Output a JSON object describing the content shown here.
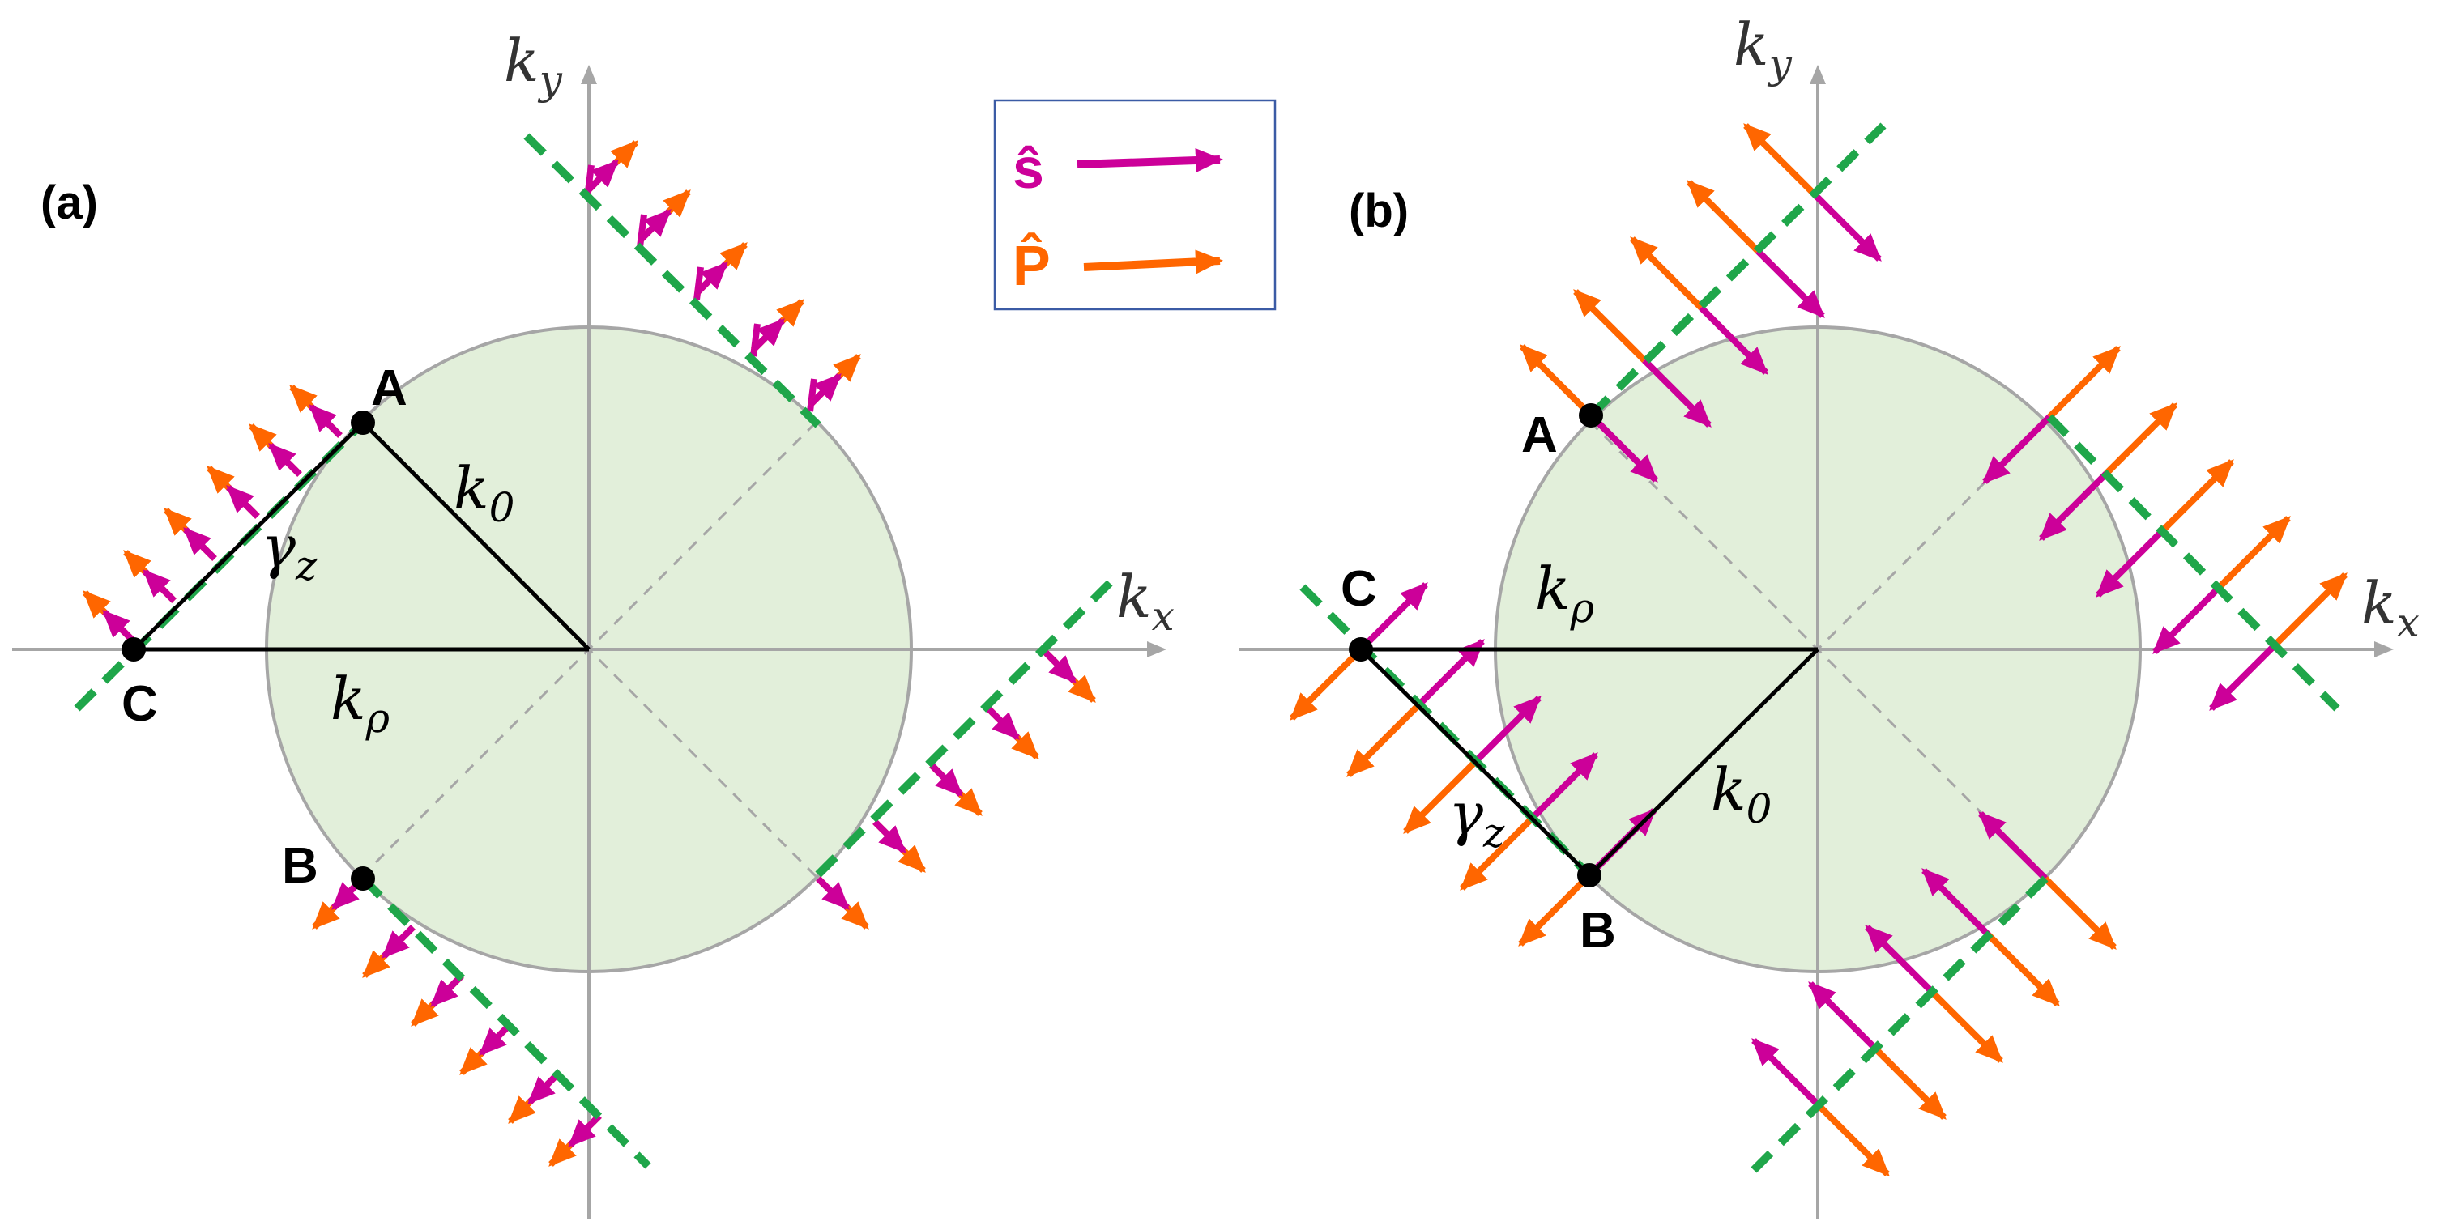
{
  "colors": {
    "axis": "#a6a6a6",
    "circle_fill": "#e2efda",
    "circle_stroke": "#a6a6a6",
    "green_dash": "#1fa64a",
    "s_vector": "#cc0099",
    "p_vector": "#ff6600",
    "black": "#000000",
    "legend_border": "#3b5ba5"
  },
  "panels": [
    {
      "id": "a",
      "label": "(a)",
      "axis_x": "k",
      "axis_x_sub": "x",
      "axis_y": "k",
      "axis_y_sub": "y",
      "point_a": "A",
      "point_b": "B",
      "point_c": "C",
      "k0": "k",
      "k0_sub": "0",
      "krho": "k",
      "krho_sub": "ρ",
      "gamma": "γ",
      "gamma_sub": "z"
    },
    {
      "id": "b",
      "label": "(b)",
      "axis_x": "k",
      "axis_x_sub": "x",
      "axis_y": "k",
      "axis_y_sub": "y",
      "point_a": "A",
      "point_b": "B",
      "point_c": "C",
      "k0": "k",
      "k0_sub": "0",
      "krho": "k",
      "krho_sub": "ρ",
      "gamma": "γ",
      "gamma_sub": "z"
    }
  ],
  "legend": {
    "s_label": "ŝ",
    "p_label": "P̂"
  }
}
